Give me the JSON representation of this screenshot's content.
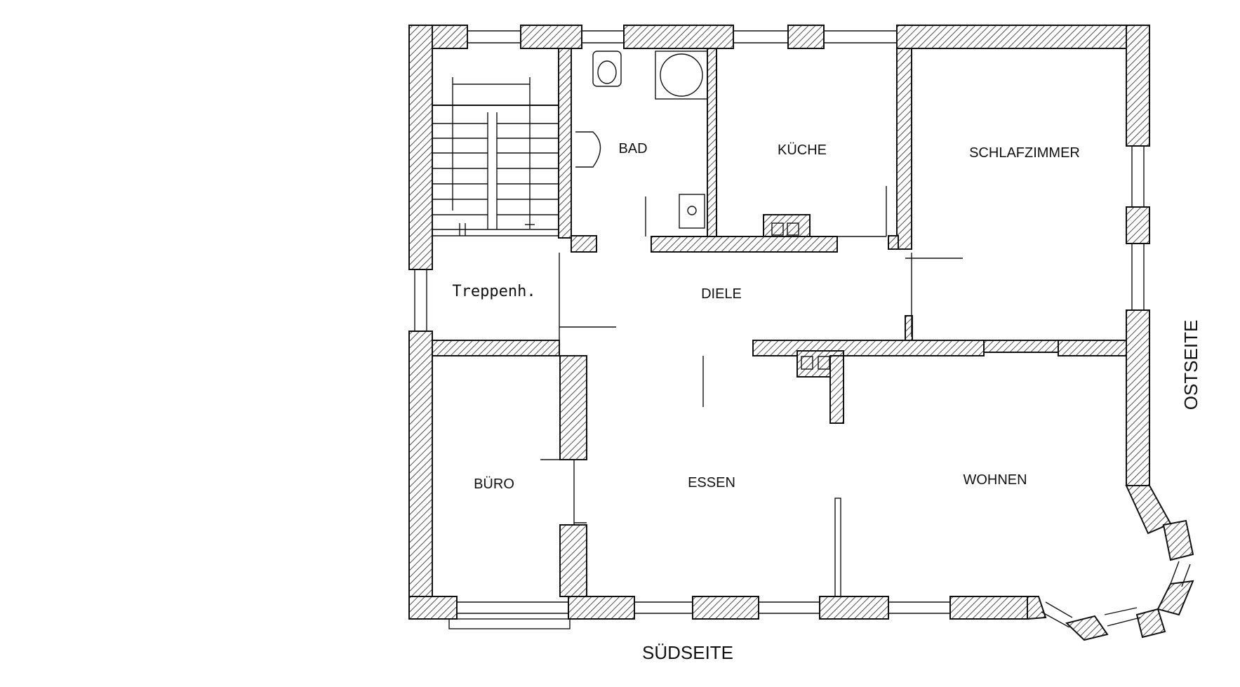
{
  "rooms": {
    "bad": "BAD",
    "kueche": "KÜCHE",
    "schlafzimmer": "SCHLAFZIMMER",
    "treppenhaus": "Treppenh.",
    "diele": "DIELE",
    "buero": "BÜRO",
    "essen": "ESSEN",
    "wohnen": "WOHNEN"
  },
  "orientation": {
    "south": "SÜDSEITE",
    "east": "OSTSEITE"
  }
}
